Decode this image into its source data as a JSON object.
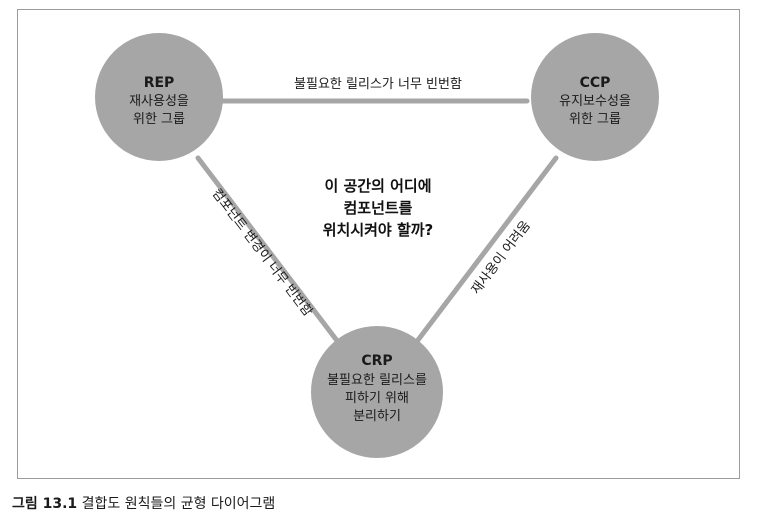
{
  "nodes": {
    "rep": {
      "title": "REP",
      "line1": "재사용성을",
      "line2": "위한 그룹"
    },
    "ccp": {
      "title": "CCP",
      "line1": "유지보수성을",
      "line2": "위한 그룹"
    },
    "crp": {
      "title": "CRP",
      "line1": "불필요한 릴리스를",
      "line2": "피하기 위해",
      "line3": "분리하기"
    }
  },
  "edges": {
    "top": "불필요한 릴리스가 너무 빈번함",
    "left": "컴포넌트 변경이 너무 빈번함",
    "right": "재사용이 어려움"
  },
  "center": {
    "line1": "이 공간의 어디에",
    "line2": "컴포넌트를",
    "line3": "위치시켜야 할까?"
  },
  "caption": {
    "number": "그림 13.1",
    "text": "결합도 원칙들의 균형 다이어그램"
  },
  "colors": {
    "node_fill": "#a6a6a6",
    "edge_stroke": "#a6a6a6"
  }
}
